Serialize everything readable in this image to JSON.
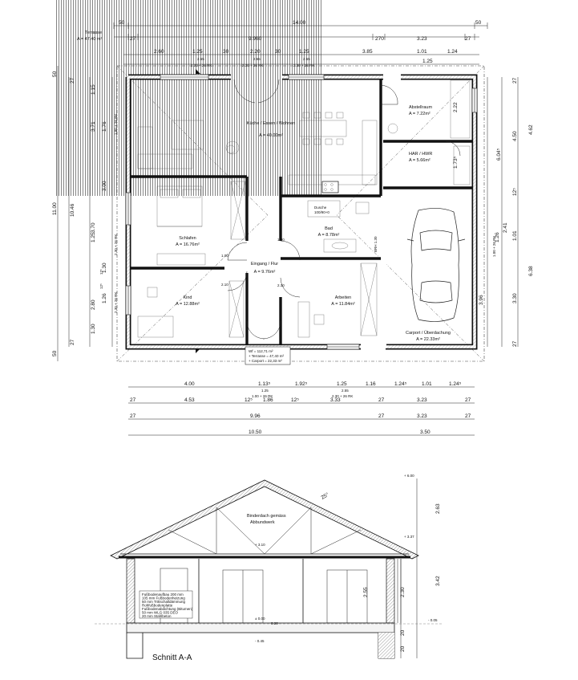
{
  "plan": {
    "rooms": [
      {
        "id": "terrasse",
        "name": "Terrasse",
        "area": "A = 47.40 m²"
      },
      {
        "id": "kueche",
        "name": "Küche / Essen / Wohnen",
        "area": "A = 40.00m²"
      },
      {
        "id": "abstellraum",
        "name": "Abstellraum",
        "area": "A = 7.22m²"
      },
      {
        "id": "har",
        "name": "HAR / HWR",
        "area": "A = 5.66m²"
      },
      {
        "id": "schlafen",
        "name": "Schlafen",
        "area": "A = 16.76m²"
      },
      {
        "id": "bad",
        "name": "Bad",
        "area": "A = 8.78m²"
      },
      {
        "id": "flur",
        "name": "Eingang / Flur",
        "area": "A = 9.76m²"
      },
      {
        "id": "kind",
        "name": "Kind",
        "area": "A = 12.88m²"
      },
      {
        "id": "arbeiten",
        "name": "Arbeiten",
        "area": "A = 11.84m²"
      },
      {
        "id": "carport",
        "name": "Carport / Überdachung",
        "area": "A = 22.33m²"
      }
    ],
    "summary": [
      "Wf = 112,71 m²",
      "+ Terrasse = 47,40 m²",
      "+ Carport = 22,33 m²"
    ],
    "top_dims": {
      "row1": [
        "50",
        "14.00",
        "50"
      ],
      "row2": [
        "27",
        "9.960",
        "270",
        "3.23",
        "27"
      ],
      "row3": [
        "2.60",
        "1.25",
        "30",
        "2.20",
        "30",
        "1.25",
        "3.85",
        "1.01",
        "1.24"
      ],
      "row4": [
        "2.55",
        "2.30 + 26 RK",
        "2.55",
        "2.30 + 26 RK",
        "2.55",
        "2.30 + 26 RK",
        "1.25"
      ]
    },
    "bottom_dims": {
      "row1": [
        "4.00",
        "1.13⁵",
        "1.92⁵",
        "1.25",
        "1.16",
        "1.24⁵",
        "1.01",
        "1.24⁵"
      ],
      "row1b": [
        "1.25",
        "1.00 + 26 RK",
        "2.55",
        "2.30 + 26 RK"
      ],
      "row2": [
        "27",
        "4.53",
        "12⁵",
        "1.86",
        "12⁵",
        "3.33",
        "27",
        "3.23",
        "27"
      ],
      "row3": [
        "27",
        "9.96",
        "27",
        "3.23",
        "27"
      ],
      "row4": [
        "10.50",
        "3.50"
      ]
    },
    "left_dims": {
      "outer": [
        "50",
        "11.00",
        "50"
      ],
      "mid": [
        "27",
        "10.46",
        "27"
      ],
      "inner": [
        "1.15",
        "3.71",
        "1.76",
        "3.70",
        "1.25",
        "1.30",
        "2.80",
        "1.26",
        "1.30"
      ],
      "rk": [
        "1.80 + 26 RK",
        "2.30 + 26 RK",
        "2.30 + 26 RK",
        "12⁵",
        "12⁵",
        "3.00"
      ]
    },
    "right_dims": {
      "outer": [
        "27",
        "4.50",
        "12⁵",
        "1.01",
        "3.30",
        "27"
      ],
      "mid": [
        "4.62",
        "6.04⁵",
        "6.38",
        "1.26",
        "2.41"
      ],
      "extra": [
        "2.22",
        "1.73⁵",
        "3.96",
        "1.00 + 26 RK"
      ]
    },
    "labels": {
      "dusche": "Dusche",
      "dusche_size": "100/90+0",
      "brh": "BRH 1.30",
      "door_h1": "1.00",
      "door_h2": "2.10"
    }
  },
  "section": {
    "title": "Schnitt A-A",
    "roof_note_1": "Binderdach gemäss",
    "roof_note_2": "Abbundwerk",
    "pitch": "25°",
    "levels": [
      "+ 6.00",
      "+ 3.37",
      "+ 3.10",
      "± 0.00",
      "- 0.05",
      "- 0.45",
      "0.20"
    ],
    "right_dims": [
      "2.63",
      "3.42",
      "2.30",
      "2.55",
      "20",
      "20"
    ],
    "floor_layers": [
      "Fußbodenaufbau 200 mm",
      "105 mm Fußbodenheizung",
      "50 mm Trittschalldämmung",
      "Rohfußbodenplatte",
      "Fußbodenabdichtung (Bitumen)",
      "50 mm WLG 035 DEO",
      "20 mm Stahlbeton"
    ]
  }
}
